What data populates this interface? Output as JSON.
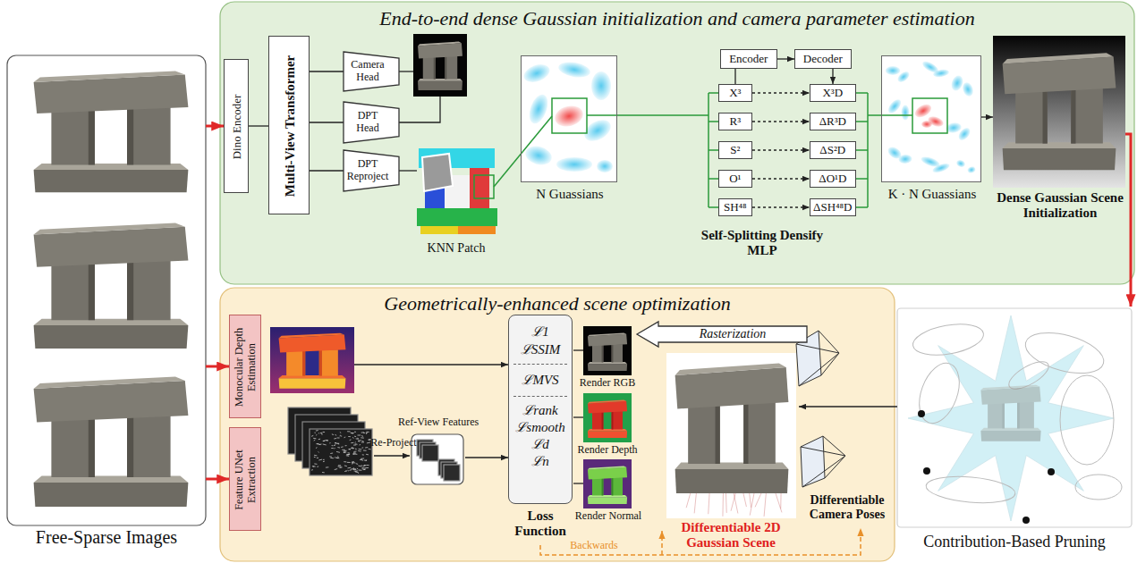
{
  "diagram": {
    "nodes": [
      {
        "text": [
          "Free-Sparse Images"
        ]
      },
      {
        "text": [
          "End-to-end dense Gaussian initialization and camera parameter estimation"
        ]
      },
      {
        "text": [
          "Dino Encoder"
        ],
        "in": 1
      },
      {
        "text": [
          "Multi-View Transformer"
        ],
        "in": 1
      },
      {
        "text": [
          "Camera Head"
        ],
        "in": 1
      },
      {
        "text": [
          "DPT Head"
        ],
        "in": 1
      },
      {
        "text": [
          "DPT Reproject"
        ],
        "in": 1
      },
      {
        "text": [
          "N Guassians"
        ],
        "in": 1
      },
      {
        "text": [
          "Encoder"
        ],
        "in": 1
      },
      {
        "text": [
          "Decoder"
        ],
        "in": 1
      },
      {
        "text": [
          "X³"
        ],
        "in": 1
      },
      {
        "text": [
          "R³"
        ],
        "in": 1
      },
      {
        "text": [
          "S²"
        ],
        "in": 1
      },
      {
        "text": [
          "O¹"
        ],
        "in": 1
      },
      {
        "text": [
          "SH⁴⁸"
        ],
        "in": 1
      },
      {
        "text": [
          "X³D"
        ],
        "in": 1
      },
      {
        "text": [
          "ΔR³D"
        ],
        "in": 1
      },
      {
        "text": [
          "ΔS²D"
        ],
        "in": 1
      },
      {
        "text": [
          "ΔO¹D"
        ],
        "in": 1
      },
      {
        "text": [
          "ΔSH⁴⁸D"
        ],
        "in": 1
      },
      {
        "text": [
          "K · N Guassians"
        ],
        "in": 1
      },
      {
        "text": [
          "Geometrically-enhanced scene optimization"
        ]
      },
      {
        "text": [
          "Monocular Depth Estimation"
        ],
        "in": 21
      },
      {
        "text": [
          "Feature UNet Extraction"
        ],
        "in": 21
      },
      {
        "text": [
          "ℒ1",
          "ℒSSIM",
          "ℒMVS",
          "ℒrank",
          "ℒsmooth",
          "ℒd",
          "ℒn",
          "Loss Function"
        ],
        "in": 21
      },
      {
        "text": [
          "Rasterization"
        ],
        "in": 21
      }
    ],
    "edges": [
      {
        "from": 0,
        "to": 2,
        "arrow": "to"
      },
      {
        "from": 0,
        "to": 22,
        "arrow": "to"
      },
      {
        "from": 0,
        "to": 23,
        "arrow": "to"
      },
      {
        "from": 2,
        "to": 3,
        "arrow": "none"
      },
      {
        "from": 3,
        "to": 4,
        "arrow": "none"
      },
      {
        "from": 3,
        "to": 5,
        "arrow": "none"
      },
      {
        "from": 3,
        "to": 6,
        "arrow": "none"
      },
      {
        "from": 10,
        "to": 8,
        "arrow": "none"
      },
      {
        "from": 8,
        "to": 9,
        "arrow": "to"
      },
      {
        "from": 9,
        "to": 15,
        "arrow": "to"
      },
      {
        "from": 10,
        "to": 15,
        "arrow": "to"
      },
      {
        "from": 11,
        "to": 16,
        "arrow": "to"
      },
      {
        "from": 12,
        "to": 17,
        "arrow": "to"
      },
      {
        "from": 13,
        "to": 18,
        "arrow": "to"
      },
      {
        "from": 14,
        "to": 19,
        "arrow": "to"
      }
    ],
    "labels": [
      "KNN Patch",
      "Self-Splitting Densify MLP",
      "Dense Gaussian Scene Initialization",
      "Ref-View Features",
      "Re-Project",
      "Render RGB",
      "Render Depth",
      "Render Normal",
      "Differentiable 2D Gaussian Scene",
      "Differentiable Camera Poses",
      "Contribution-Based Pruning",
      "Backwards"
    ]
  }
}
